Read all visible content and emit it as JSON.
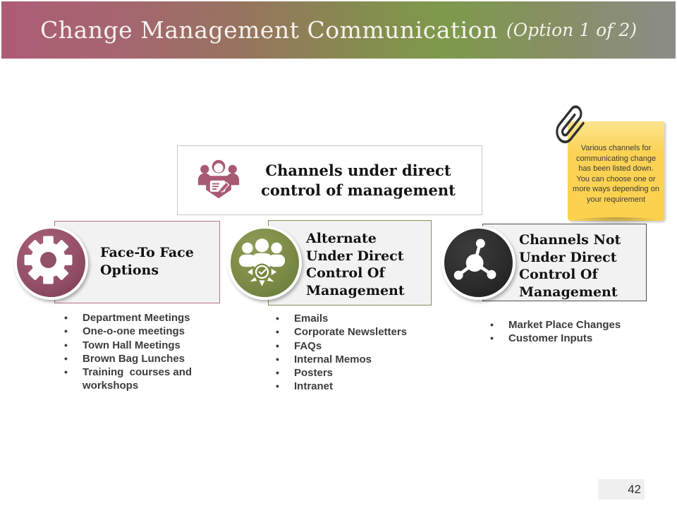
{
  "slide": {
    "title": "Change Management Communication",
    "title_suffix": "(Option 1 of 2)",
    "page_number": "42"
  },
  "header_box": {
    "icon": "team-document-icon",
    "label": "Channels under direct control of management"
  },
  "sticky_note": {
    "icon": "paperclip-icon",
    "color": "#FBD14E",
    "text": "Various channels for communicating change has been listed down. You can choose one or more ways depending on your requirement"
  },
  "columns": [
    {
      "id": "face-to-face",
      "icon": "gear-icon",
      "accent": "#94506A",
      "title": "Face-To Face Options",
      "items": [
        "Department Meetings",
        "One-o-one meetings",
        "Town Hall Meetings",
        "Brown Bag Lunches",
        "Training  courses and workshops"
      ]
    },
    {
      "id": "alternate-under-direct-control",
      "icon": "team-approve-icon",
      "accent": "#7E9150",
      "title": "Alternate Under Direct Control Of Management",
      "items": [
        "Emails",
        "Corporate Newsletters",
        "FAQs",
        "Internal Memos",
        "Posters",
        "Intranet"
      ]
    },
    {
      "id": "channels-not-under-control",
      "icon": "molecule-icon",
      "accent": "#2C2C2C",
      "title": "Channels Not Under Direct Control Of Management",
      "items": [
        "Market Place Changes",
        "Customer Inputs"
      ]
    }
  ],
  "palette": {
    "header_gradient_left": "#AD5C75",
    "header_gradient_mid": "#7D9A4C",
    "header_gradient_right": "#8C8C87",
    "box_fill": "#F3F2F2"
  }
}
